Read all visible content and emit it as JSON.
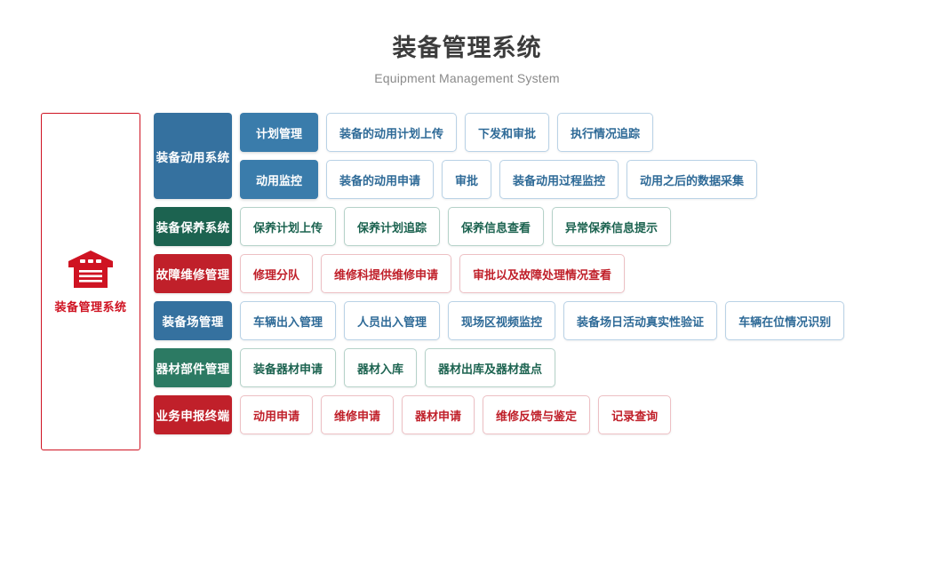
{
  "header": {
    "title": "装备管理系统",
    "subtitle": "Equipment Management System"
  },
  "hero": {
    "icon": "warehouse-icon",
    "label": "装备管理系统",
    "border_color": "#cf1322",
    "text_color": "#cf1322"
  },
  "palette": {
    "blue": "#35719F",
    "blue_light": "#3A7CAB",
    "green": "#1C6350",
    "green_light": "#2C7A63",
    "red": "#C0202A",
    "leaf_blue_text": "#2E6A97",
    "leaf_green_text": "#1C6350",
    "leaf_red_text": "#C0202A"
  },
  "groups": [
    {
      "name": "装备动用系统",
      "color": "blue",
      "subgroups": [
        {
          "name": "计划管理",
          "leaves": [
            "装备的动用计划上传",
            "下发和审批",
            "执行情况追踪"
          ]
        },
        {
          "name": "动用监控",
          "leaves": [
            "装备的动用申请",
            "审批",
            "装备动用过程监控",
            "动用之后的数据采集"
          ]
        }
      ]
    },
    {
      "name": "装备保养系统",
      "color": "green",
      "leaves": [
        "保养计划上传",
        "保养计划追踪",
        "保养信息查看",
        "异常保养信息提示"
      ]
    },
    {
      "name": "故障维修管理",
      "color": "red",
      "leaves": [
        "修理分队",
        "维修科提供维修申请",
        "审批以及故障处理情况查看"
      ]
    },
    {
      "name": "装备场管理",
      "color": "blue",
      "leaves": [
        "车辆出入管理",
        "人员出入管理",
        "现场区视频监控",
        "装备场日活动真实性验证",
        "车辆在位情况识别"
      ]
    },
    {
      "name": "器材部件管理",
      "color": "green2",
      "leaves": [
        "装备器材申请",
        "器材入库",
        "器材出库及器材盘点"
      ]
    },
    {
      "name": "业务申报终端",
      "color": "red",
      "leaves": [
        "动用申请",
        "维修申请",
        "器材申请",
        "维修反馈与鉴定",
        "记录查询"
      ]
    }
  ]
}
